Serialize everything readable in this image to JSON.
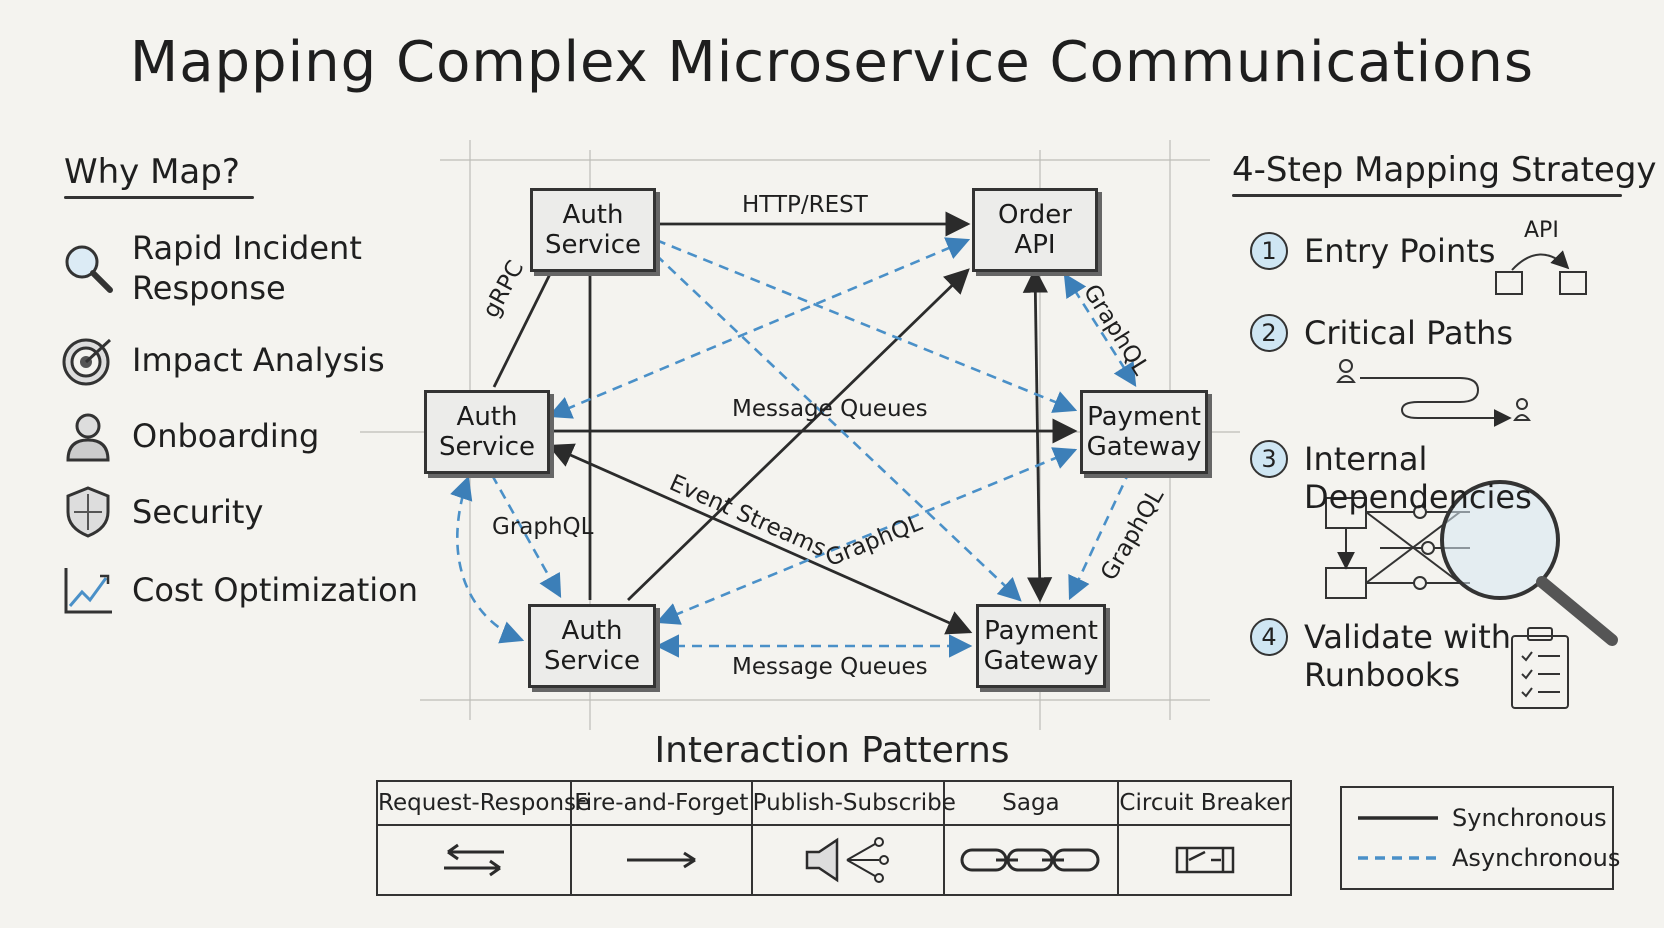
{
  "title": "Mapping Complex Microservice Communications",
  "why_map": {
    "heading": "Why Map?",
    "items": [
      {
        "label": "Rapid Incident\nResponse",
        "icon": "magnifier-icon"
      },
      {
        "label": "Impact Analysis",
        "icon": "target-icon"
      },
      {
        "label": "Onboarding",
        "icon": "person-icon"
      },
      {
        "label": "Security",
        "icon": "shield-icon"
      },
      {
        "label": "Cost Optimization",
        "icon": "trend-chart-icon"
      }
    ]
  },
  "strategy": {
    "heading": "4-Step Mapping Strategy",
    "steps": [
      {
        "num": "1",
        "label": "Entry Points",
        "illustration_text": "API"
      },
      {
        "num": "2",
        "label": "Critical Paths"
      },
      {
        "num": "3",
        "label": "Internal Dependencies"
      },
      {
        "num": "4",
        "label": "Validate with\nRunbooks"
      }
    ]
  },
  "diagram": {
    "nodes": {
      "auth_top": "Auth\nService",
      "order_api": "Order\nAPI",
      "auth_mid": "Auth\nService",
      "payment_mid": "Payment\nGateway",
      "auth_bot": "Auth\nService",
      "payment_bot": "Payment\nGateway"
    },
    "edge_labels": {
      "http_rest": "HTTP/REST",
      "grpc": "gRPC",
      "graphql_right": "GraphQL",
      "message_queues_mid": "Message Queues",
      "graphql_left": "GraphQL",
      "event_streams": "Event Streams",
      "graphql_center": "GraphQL",
      "graphql_right_lower": "GraphQL",
      "message_queues_bot": "Message Queues"
    },
    "colors": {
      "sync": "#2b2b2b",
      "async": "#4a90c8",
      "node_fill": "#ececea"
    }
  },
  "patterns": {
    "heading": "Interaction Patterns",
    "items": [
      {
        "label": "Request-Response",
        "icon": "bidirectional-arrows-icon"
      },
      {
        "label": "Fire-and-Forget",
        "icon": "right-arrow-icon"
      },
      {
        "label": "Publish-Subscribe",
        "icon": "megaphone-icon"
      },
      {
        "label": "Saga",
        "icon": "chain-links-icon"
      },
      {
        "label": "Circuit Breaker",
        "icon": "circuit-breaker-icon"
      }
    ]
  },
  "legend": {
    "synchronous": "Synchronous",
    "asynchronous": "Asynchronous"
  }
}
